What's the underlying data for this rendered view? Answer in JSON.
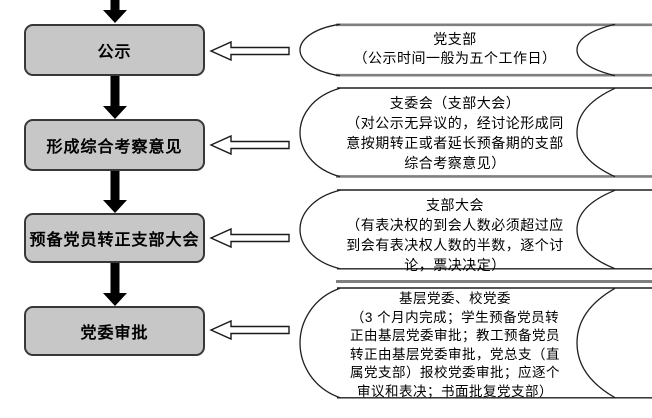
{
  "flow_steps": [
    {
      "label": "公示"
    },
    {
      "label": "形成综合考察意见"
    },
    {
      "label": "预备党员转正支部大会"
    },
    {
      "label": "党委审批"
    }
  ],
  "annotations": [
    {
      "title": "党支部",
      "lines": [
        "（公示时间一般为五个工作日）"
      ]
    },
    {
      "title": "支委会（支部大会）",
      "lines": [
        "（对公示无异议的，经讨论形成同",
        "意按期转正或者延长预备期的支部",
        "综合考察意见）"
      ]
    },
    {
      "title": "支部大会",
      "lines": [
        "（有表决权的到会人数必须超过应",
        "到会有表决权人数的半数，逐个讨",
        "论，票决决定）"
      ]
    },
    {
      "title": "基层党委、校党委",
      "lines": [
        "（3 个月内完成；学生预备党员转",
        "正由基层党委审批；教工预备党员",
        "转正由基层党委审批，党总支（直",
        "属党支部）报校党委审批；应逐个",
        "审议和表决；书面批复党支部）"
      ]
    }
  ],
  "colors": {
    "box_fill": "#c7c7c7",
    "box_border": "#383838",
    "shape_outline": "#1f1f1f",
    "shape_gray_edge": "#7f7f7f",
    "arrow_fill": "#000000",
    "hollow_arrow_fill": "#ffffff"
  }
}
